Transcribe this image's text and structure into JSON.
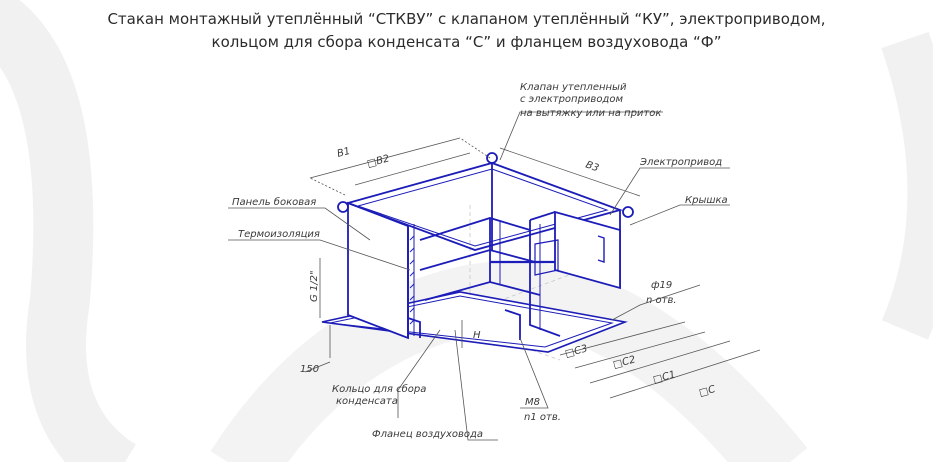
{
  "title": {
    "line1": "Стакан монтажный утеплённый “СТКВУ” с клапаном утеплённый “КУ”, электроприводом,",
    "line2": "кольцом для сбора конденсата “С” и фланцем воздуховода “Ф”"
  },
  "callouts": {
    "valve_line1": "Клапан утепленный",
    "valve_line2": "с электроприводом",
    "valve_line3": "на вытяжку или на приток",
    "actuator": "Электропривод",
    "cover": "Крышка",
    "side_panel": "Панель боковая",
    "insulation": "Термоизоляция",
    "ring_line1": "Кольцо для сбора",
    "ring_line2": "конденсата",
    "duct_flange": "Фланец воздуховода",
    "m8": "М8",
    "n1": "n1 отв."
  },
  "dimensions": {
    "b1": "B1",
    "b2": "□B2",
    "b3": "B3",
    "hole_diameter": "ф19",
    "n_holes": "n отв.",
    "thread": "G 1/2\"",
    "h150": "150",
    "h": "H",
    "c3": "□C3",
    "c2": "□C2",
    "c1": "□C1",
    "c": "□C"
  },
  "colors": {
    "outline": "#1c1cb8",
    "dim": "#555555",
    "watermark": "#f1f1f1"
  }
}
